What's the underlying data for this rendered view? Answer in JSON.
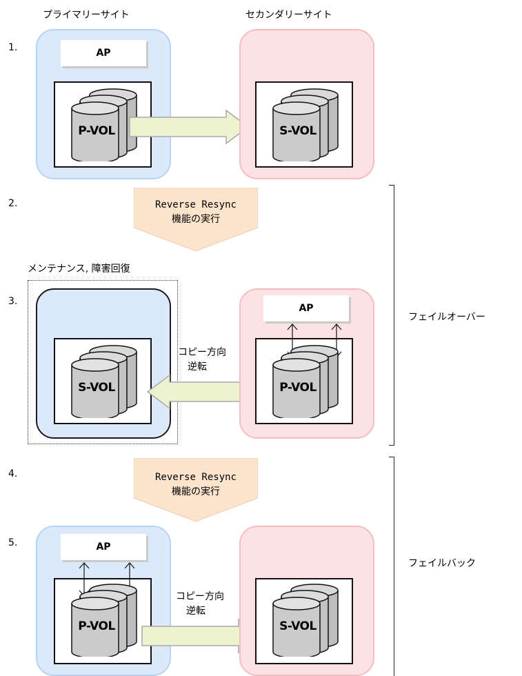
{
  "header": {
    "primary_site": "プライマリーサイト",
    "secondary_site": "セカンダリーサイト"
  },
  "steps": {
    "s1": "1.",
    "s2": "2.",
    "s3": "3.",
    "s4": "4.",
    "s5": "5."
  },
  "labels": {
    "ap": "AP",
    "pvol": "P-VOL",
    "svol": "S-VOL",
    "maintenance": "メンテナンス, 障害回復",
    "copy_reverse_line1": "コピー方向",
    "copy_reverse_line2": "逆転"
  },
  "resync": {
    "line1": "Reverse Resync",
    "line2": "機能の実行"
  },
  "phases": {
    "failover": "フェイルオーバー",
    "failback": "フェイルバック"
  },
  "colors": {
    "primary_fill": "#dbe9fb",
    "secondary_fill": "#fde2e4",
    "arrow_fill": "#eef3cf",
    "chevron_fill": "#fbe3cc"
  }
}
